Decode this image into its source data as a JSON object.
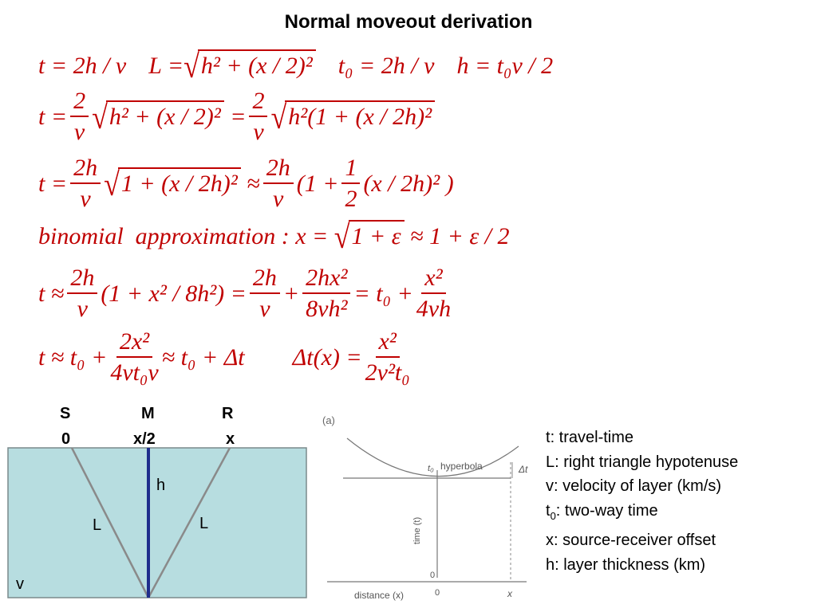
{
  "title": "Normal moveout derivation",
  "equations": {
    "line1": {
      "a": "t = 2h / v",
      "b": "L = ",
      "b_rad": "h² + (x / 2)²",
      "c": "t₀ = 2h / v",
      "d": "h = t₀v / 2"
    },
    "line2": {
      "lhs": "t =",
      "f1_num": "2",
      "f1_den": "v",
      "rad1": "h² + (x / 2)²",
      "eq": "=",
      "f2_num": "2",
      "f2_den": "v",
      "rad2": "h²(1 + (x / 2h)²"
    },
    "line3": {
      "lhs": "t =",
      "f1_num": "2h",
      "f1_den": "v",
      "rad": "1 + (x / 2h)²",
      "approx": "≈",
      "f2_num": "2h",
      "f2_den": "v",
      "mid": "(1 +",
      "f3_num": "1",
      "f3_den": "2",
      "tail": "(x / 2h)² )"
    },
    "line4": {
      "text": "binomial  approximation : x = ",
      "rad": "1 + ε",
      "tail": " ≈ 1 + ε / 2"
    },
    "line5": {
      "lhs": "t ≈",
      "f1_num": "2h",
      "f1_den": "v",
      "mid": "(1 + x² / 8h²) =",
      "f2_num": "2h",
      "f2_den": "v",
      "plus": "+",
      "f3_num": "2hx²",
      "f3_den": "8vh²",
      "mid2": "= t₀ +",
      "f4_num": "x²",
      "f4_den": "4vh"
    },
    "line6": {
      "lhs": "t ≈ t₀ +",
      "f1_num": "2x²",
      "f1_den": "4vt₀v",
      "mid": "≈ t₀ + Δt",
      "dt": "Δt(x) =",
      "f2_num": "x²",
      "f2_den": "2v²t₀"
    }
  },
  "geometry_figure": {
    "labels_top": [
      "S",
      "M",
      "R"
    ],
    "labels_pos": [
      "0",
      "x/2",
      "x"
    ],
    "h_label": "h",
    "l_label": "L",
    "v_label": "v",
    "fill_color": "#b7dde0",
    "line_color": "#1f2d8c"
  },
  "hyperbola_figure": {
    "panel_label": "(a)",
    "curve_label": "hyperbola",
    "t0_label": "t₀",
    "dt_label": "Δt",
    "y_axis_label": "time (t)",
    "zero_y": "0",
    "x_axis_label": "distance (x)",
    "zero_x": "0",
    "x_label": "x"
  },
  "legend": [
    {
      "prefix": "t",
      "sub": "",
      "text": ": travel-time"
    },
    {
      "prefix": "L",
      "sub": "",
      "text": ": right triangle hypotenuse"
    },
    {
      "prefix": "v",
      "sub": "",
      "text": ": velocity of layer (km/s)"
    },
    {
      "prefix": "t",
      "sub": "0",
      "text": ": two-way time"
    },
    {
      "prefix": "x",
      "sub": "",
      "text": ": source-receiver offset"
    },
    {
      "prefix": "h",
      "sub": "",
      "text": ": layer thickness (km)"
    }
  ]
}
